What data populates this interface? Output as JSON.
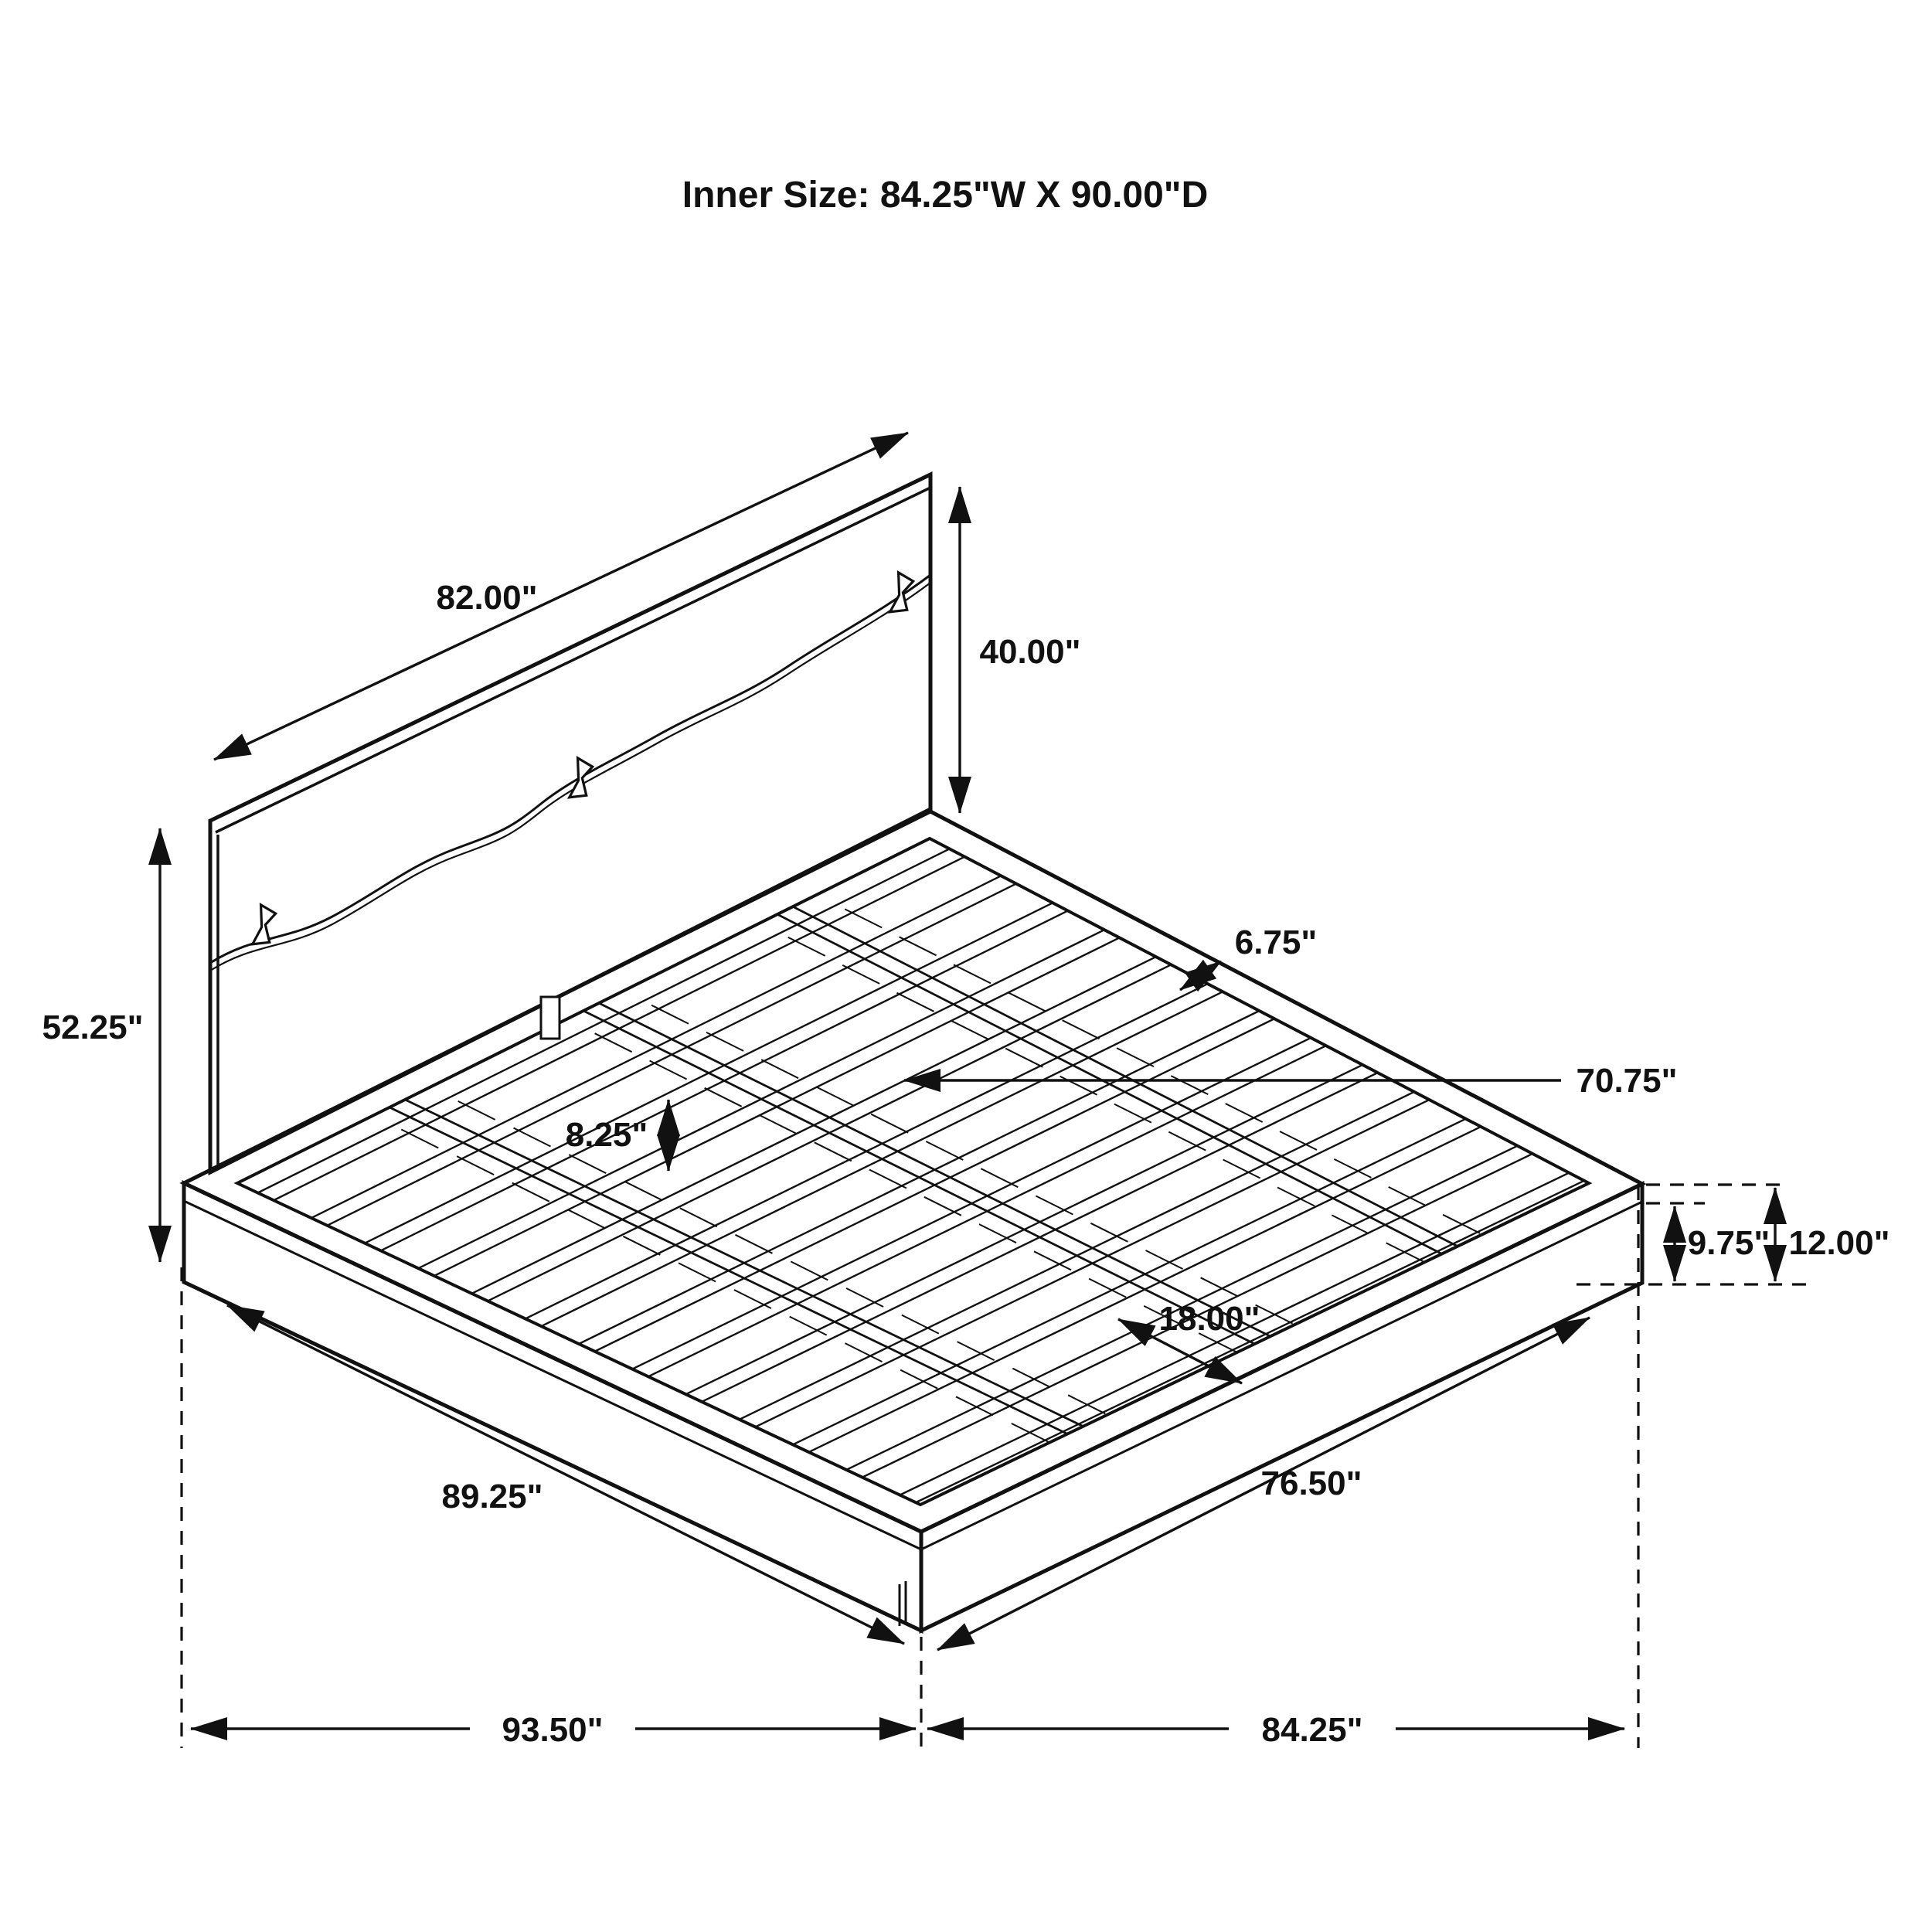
{
  "title": "Inner Size: 84.25\"W X 90.00\"D",
  "diagram_type": "platform-bed-dimension-drawing",
  "line_color": "#111111",
  "background_color": "#ffffff",
  "dims": {
    "headboard_width": "82.00\"",
    "headboard_panel_height": "40.00\"",
    "headboard_total_height": "52.25\"",
    "side_rail_width": "6.75\"",
    "slat_length": "70.75\"",
    "slat_rail_gap": "8.25\"",
    "center_rail_spacing": "18.00\"",
    "deck_floor_height": "9.75\"",
    "platform_total_height": "12.00\"",
    "base_depth": "89.25\"",
    "base_width": "76.50\"",
    "overall_depth": "93.50\"",
    "overall_width": "84.25\""
  }
}
